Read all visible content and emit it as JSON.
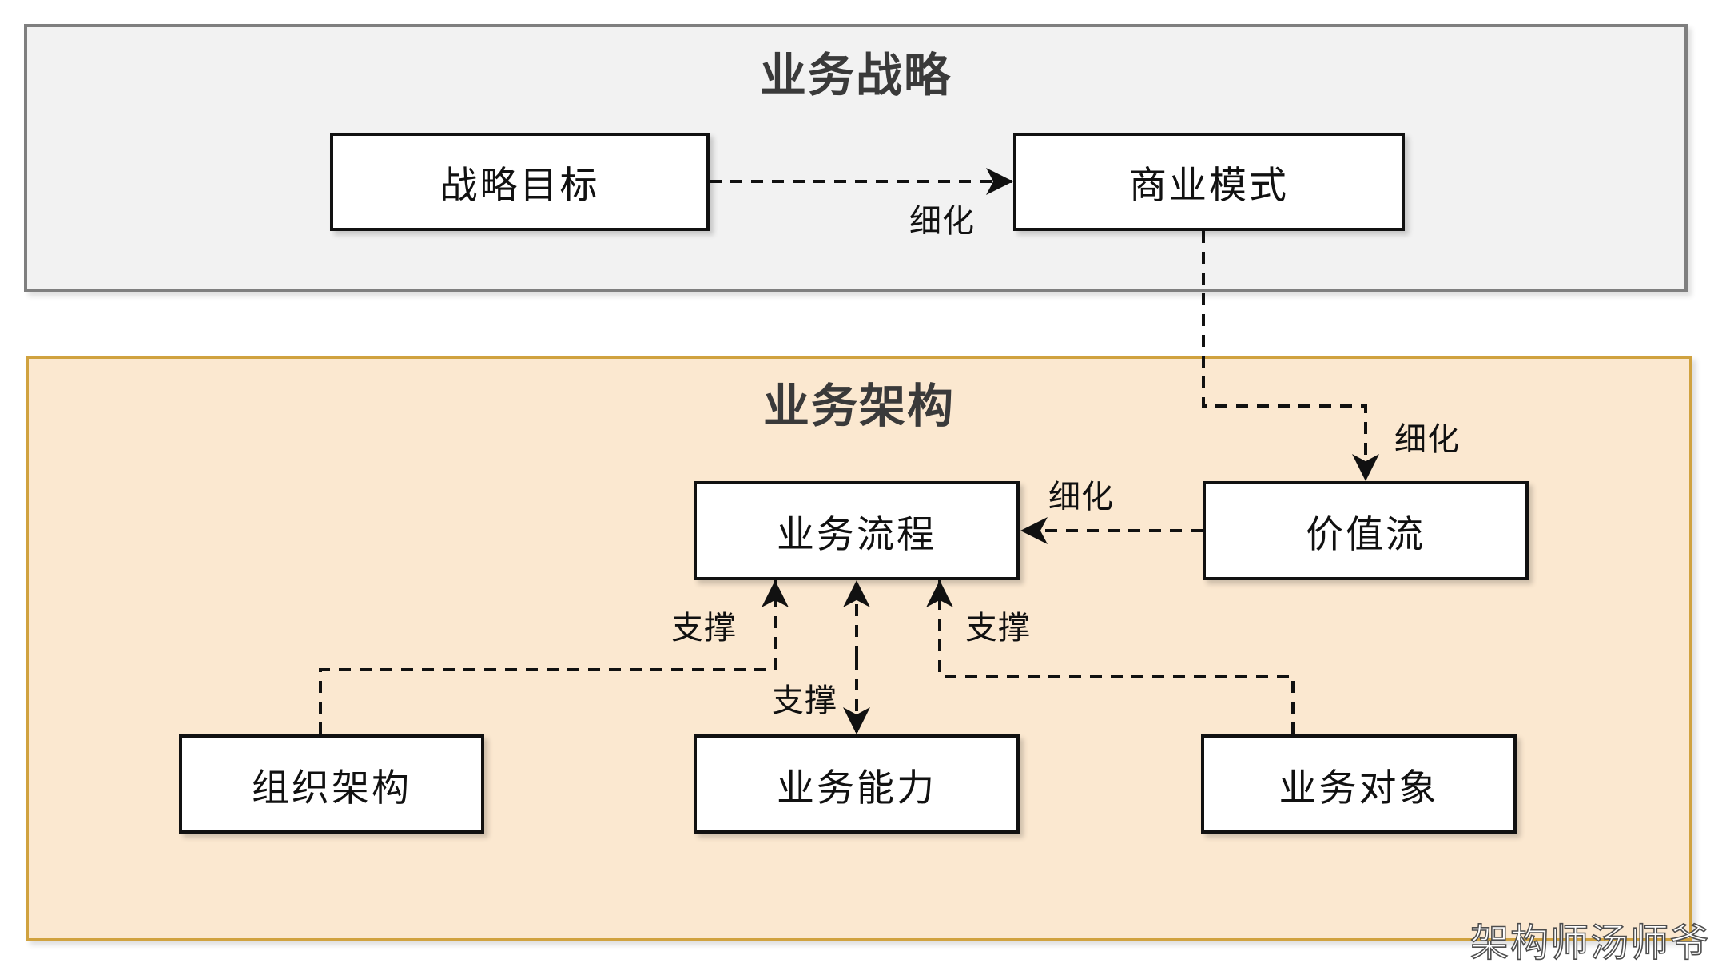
{
  "diagram": {
    "watermark": "架构师汤师爷",
    "sections": [
      {
        "title": "业务战略",
        "fill": "#F2F2F2",
        "border": "#7F7F7F"
      },
      {
        "title": "业务架构",
        "fill": "#FBE8D0",
        "border": "#D0A23F"
      }
    ],
    "nodes": [
      {
        "id": "strategic-goal",
        "label": "战略目标",
        "section": "业务战略"
      },
      {
        "id": "business-model",
        "label": "商业模式",
        "section": "业务战略"
      },
      {
        "id": "business-process",
        "label": "业务流程",
        "section": "业务架构"
      },
      {
        "id": "value-stream",
        "label": "价值流",
        "section": "业务架构"
      },
      {
        "id": "org-structure",
        "label": "组织架构",
        "section": "业务架构"
      },
      {
        "id": "business-capability",
        "label": "业务能力",
        "section": "业务架构"
      },
      {
        "id": "business-object",
        "label": "业务对象",
        "section": "业务架构"
      }
    ],
    "edges": [
      {
        "from": "战略目标",
        "to": "商业模式",
        "label": "细化",
        "style": "dashed-arrow"
      },
      {
        "from": "商业模式",
        "to": "价值流",
        "label": "细化",
        "style": "dashed-arrow"
      },
      {
        "from": "价值流",
        "to": "业务流程",
        "label": "细化",
        "style": "dashed-arrow"
      },
      {
        "from": "组织架构",
        "to": "业务流程",
        "label": "支撑",
        "style": "dashed-arrow"
      },
      {
        "from": "业务对象",
        "to": "业务流程",
        "label": "支撑",
        "style": "dashed-arrow"
      },
      {
        "from": "业务能力",
        "to": "业务流程",
        "label": "支撑",
        "style": "dashed-arrow-both-ends"
      }
    ],
    "colors": {
      "page_bg": "#FFFFFF",
      "strategy_fill": "#F2F2F2",
      "strategy_border": "#7F7F7F",
      "architecture_fill": "#FBE8D0",
      "architecture_border": "#D0A23F",
      "node_fill": "#FFFFFF",
      "node_border": "#111111",
      "connector": "#111111",
      "section_title_text": "#3A3A3A",
      "edge_label_text": "#111111",
      "watermark_fill": "#FFFFFF",
      "watermark_outline": "#4D4D4D"
    }
  }
}
